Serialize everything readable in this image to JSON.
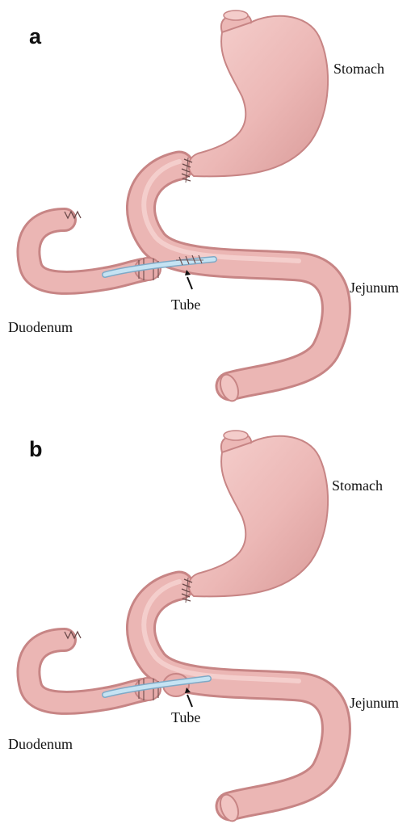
{
  "panels": [
    {
      "letter": "a",
      "labels": {
        "stomach": "Stomach",
        "jejunum": "Jejunum",
        "duodenum": "Duodenum",
        "tube": "Tube"
      }
    },
    {
      "letter": "b",
      "labels": {
        "stomach": "Stomach",
        "jejunum": "Jejunum",
        "duodenum": "Duodenum",
        "tube": "Tube"
      }
    }
  ],
  "colors": {
    "tissue": "#eab4b2",
    "tissue_dark": "#c78585",
    "tissue_highlight": "#f7d6d4",
    "tube": "#b9dcef",
    "tube_edge": "#7fa9c6",
    "suture": "#6b4a4a",
    "background": "#ffffff"
  }
}
